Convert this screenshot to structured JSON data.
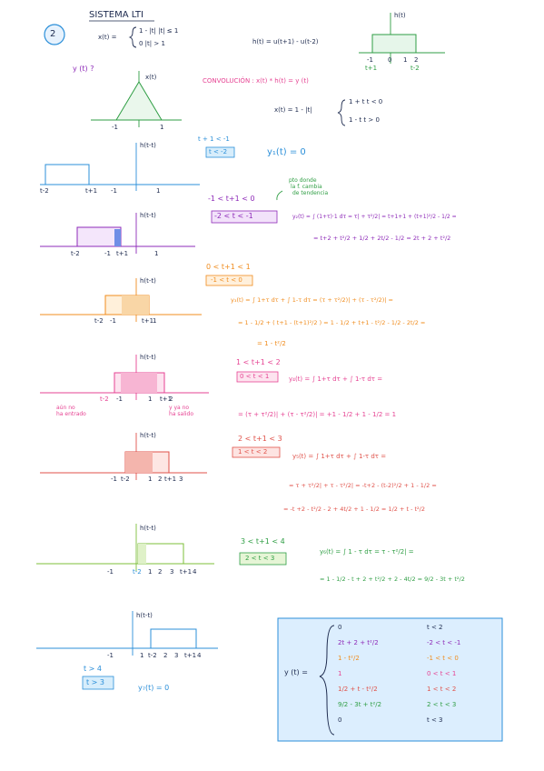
{
  "colors": {
    "ink": "#1d2a4e",
    "purple": "#8e2bb8",
    "green": "#2f9e44",
    "blue": "#2b8fd9",
    "orange": "#f08c1e",
    "pink": "#e64393",
    "red": "#e0524a",
    "lime": "#7cbf3a",
    "result_box": "#dceefe"
  },
  "header": {
    "problem_number": "2",
    "title": "SISTEMA LTI",
    "x_def_lhs": "x(t) =",
    "x_def_row1": "1 - |t|    |t| ≤ 1",
    "x_def_row2": "0          |t| > 1",
    "h_def": "h(t) = u(t+1) - u(t-2)",
    "question": "y (t) ?",
    "conv_def": "CONVOLUCIÓN : x(t) * h(t) = y (t)",
    "xt_alt_lhs": "x(t) = 1 - |t|",
    "xt_alt_row1": "1 + t    t < 0",
    "xt_alt_row2": "1 - t    t > 0"
  },
  "plots": {
    "ht_label": "h(t)",
    "ht_ticks": [
      "-1",
      "0",
      "1",
      "2"
    ],
    "ht_sub_left": "t+1",
    "ht_sub_right": "t-2",
    "xt_label": "x(t)",
    "xt_ticks": [
      "-1",
      "1"
    ],
    "flip_label": "h(t-t)"
  },
  "cases": {
    "c1": {
      "cond": "t + 1 < -1",
      "range": "t < -2",
      "result": "y₁(t) = 0",
      "ticks": [
        "t-2",
        "t+1",
        "-1",
        "1"
      ]
    },
    "c2": {
      "cond": "-1 < t+1 < 0",
      "range": "-2 < t < -1",
      "note1": "pto donde",
      "note2": "la f. cambia",
      "note3": "de tendencia",
      "eq1": "y₂(t) = ∫ (1+τ)·1 dτ = τ|   + τ²/2|   = t+1+1 + (t+1)²/2 - 1/2 =",
      "eq2": "= t+2 + t²/2 + 1/2 + 2t/2 - 1/2 = 2t + 2 + t²/2",
      "ticks": [
        "t-2",
        "-1",
        "t+1",
        "1"
      ]
    },
    "c3": {
      "cond": "0 < t+1 < 1",
      "range": "-1 < t < 0",
      "eq1": "y₃(t) = ∫ 1+τ dτ + ∫ 1-τ dτ = (τ + τ²/2)|  + (τ - τ²/2)|   =",
      "eq2": "= 1 - 1/2 + ( t+1 - (t+1)²/2 ) = 1 - 1/2 + t+1 - t²/2 - 1/2 - 2t/2 =",
      "eq3": "= 1 - t²/2",
      "ticks": [
        "t-2",
        "-1",
        "t+1",
        "1"
      ]
    },
    "c4": {
      "cond": "1 < t+1 < 2",
      "range": "0 < t < 1",
      "eq1": "y₄(t) = ∫ 1+τ dτ + ∫ 1-τ dτ =",
      "eq2": "= (τ + τ²/2)|   + (τ - τ²/2)|   = +1 - 1/2 + 1 - 1/2 = 1",
      "note_left1": "aún no",
      "note_left2": "ha entrado",
      "note_right1": "y ya no",
      "note_right2": "ha salido",
      "ticks": [
        "t-2",
        "-1",
        "1",
        "t+1",
        "2"
      ]
    },
    "c5": {
      "cond": "2 < t+1 < 3",
      "range": "1 < t < 2",
      "eq1": "y₅(t) = ∫ 1+τ dτ + ∫ 1-τ dτ =",
      "eq2": "= τ + τ²/2|   + τ - τ²/2|  = -t+2 - (t-2)²/2 + 1 - 1/2 =",
      "eq3": "= -t +2 - t²/2 - 2 + 4t/2 + 1 - 1/2 = 1/2 + t - t²/2",
      "ticks": [
        "-1",
        "t-2",
        "1",
        "2",
        "t+1",
        "3"
      ]
    },
    "c6": {
      "cond": "3 < t+1 < 4",
      "range": "2 < t < 3",
      "eq1": "y₆(t) = ∫ 1 - τ dτ = τ - τ²/2|   =",
      "eq2": "= 1 - 1/2 - t + 2 + t²/2 + 2 - 4t/2 = 9/2 - 3t + t²/2",
      "ticks": [
        "-1",
        "t-2",
        "1",
        "2",
        "3",
        "t+1",
        "4"
      ]
    },
    "c7": {
      "cond": "t > 4",
      "range": "t > 3",
      "result": "y₇(t) = 0",
      "ticks": [
        "-1",
        "1",
        "t-2",
        "2",
        "3",
        "t+1",
        "4"
      ]
    }
  },
  "result": {
    "lhs": "y (t) =",
    "rows": [
      {
        "expr": "0",
        "cond": "t < 2"
      },
      {
        "expr": "2t + 2 + t²/2",
        "cond": "-2 < t < -1"
      },
      {
        "expr": "1 - t²/2",
        "cond": "-1 < t < 0"
      },
      {
        "expr": "1",
        "cond": "0 < t < 1"
      },
      {
        "expr": "1/2 + t - t²/2",
        "cond": "1 < t < 2"
      },
      {
        "expr": "9/2 - 3t + t²/2",
        "cond": "2 < t < 3"
      },
      {
        "expr": "0",
        "cond": "t < 3"
      }
    ]
  }
}
